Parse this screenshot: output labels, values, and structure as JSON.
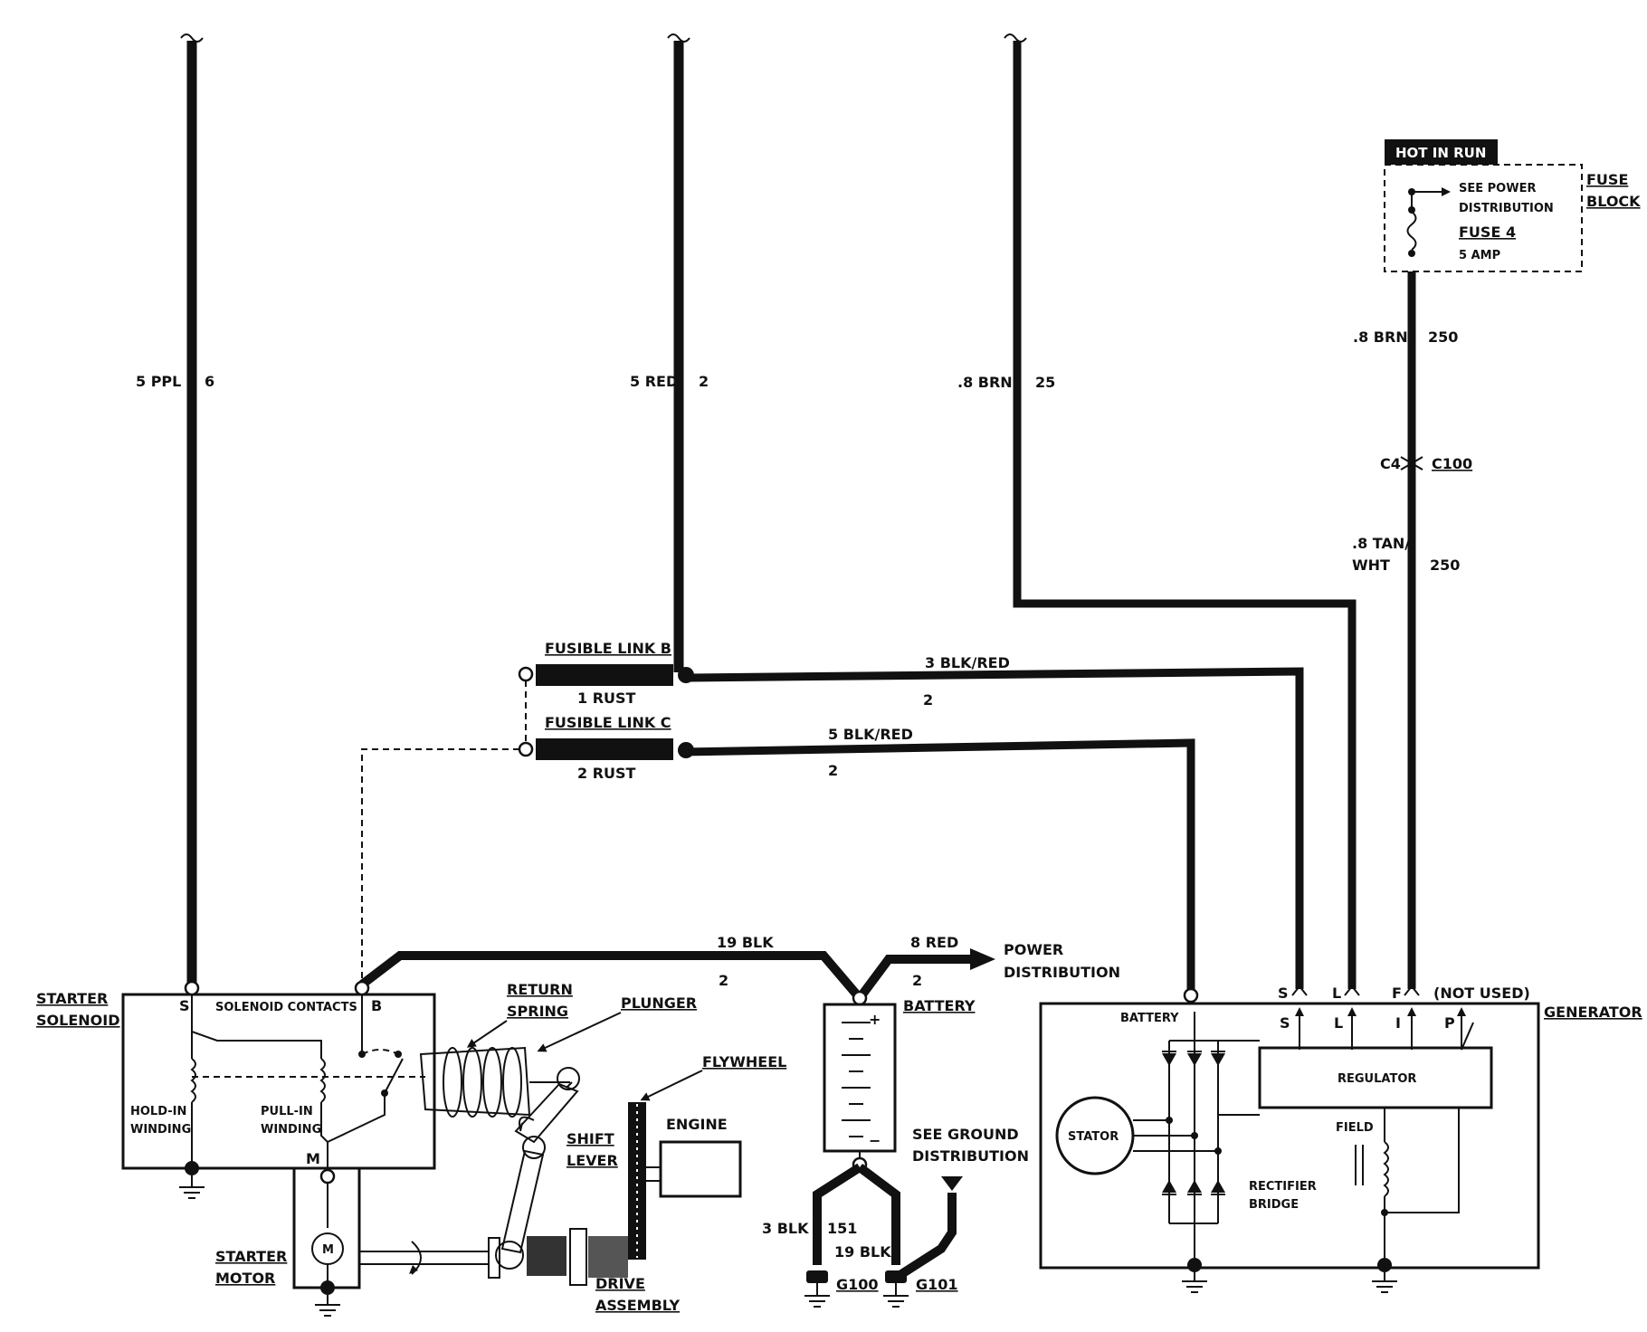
{
  "labels": {
    "wire_ppl": "5 PPL",
    "wire_ppl_ckt": "6",
    "wire_red": "5 RED",
    "wire_red_ckt": "2",
    "wire_brn": ".8 BRN",
    "wire_brn_ckt": "25",
    "wire_brn250": ".8 BRN",
    "wire_brn250_ckt": "250",
    "conn_c4": "C4",
    "conn_c100": "C100",
    "wire_tanwht_1": ".8 TAN/",
    "wire_tanwht_2": "WHT",
    "wire_tanwht_ckt": "250",
    "hot_in_run": "HOT IN RUN",
    "see_power_1": "SEE POWER",
    "see_power_2": "DISTRIBUTION",
    "fuse4": "FUSE 4",
    "fuse4_amp": "5 AMP",
    "fuse_block_1": "FUSE",
    "fuse_block_2": "BLOCK",
    "fusible_b": "FUSIBLE LINK B",
    "fusible_b_rust": "1 RUST",
    "fusible_c": "FUSIBLE LINK C",
    "fusible_c_rust": "2 RUST",
    "wire_3blkred": "3 BLK/RED",
    "wire_3blkred_ckt": "2",
    "wire_5blkred": "5 BLK/RED",
    "wire_5blkred_ckt": "2",
    "wire_19blk": "19 BLK",
    "wire_19blk_ckt": "2",
    "wire_8red": "8 RED",
    "wire_8red_ckt": "2",
    "power_dist_1": "POWER",
    "power_dist_2": "DISTRIBUTION",
    "starter_solenoid_1": "STARTER",
    "starter_solenoid_2": "SOLENOID",
    "sol_s": "S",
    "solenoid_contacts": "SOLENOID CONTACTS",
    "sol_b": "B",
    "hold_in_1": "HOLD-IN",
    "hold_in_2": "WINDING",
    "pull_in_1": "PULL-IN",
    "pull_in_2": "WINDING",
    "sol_m": "M",
    "return_spring_1": "RETURN",
    "return_spring_2": "SPRING",
    "plunger": "PLUNGER",
    "flywheel": "FLYWHEEL",
    "engine": "ENGINE",
    "shift_lever_1": "SHIFT",
    "shift_lever_2": "LEVER",
    "starter_motor_1": "STARTER",
    "starter_motor_2": "MOTOR",
    "motor_m": "M",
    "drive_assembly_1": "DRIVE",
    "drive_assembly_2": "ASSEMBLY",
    "battery": "BATTERY",
    "batt_plus": "+",
    "batt_minus": "−",
    "see_ground_1": "SEE GROUND",
    "see_ground_2": "DISTRIBUTION",
    "wire_3blk": "3 BLK",
    "wire_3blk_ckt": "151",
    "wire_19blk_g": "19 BLK",
    "g100": "G100",
    "g101": "G101",
    "gen_s": "S",
    "gen_l": "L",
    "gen_f": "F",
    "not_used": "(NOT USED)",
    "generator": "GENERATOR",
    "gen_battery": "BATTERY",
    "gen_term_s": "S",
    "gen_term_l": "L",
    "gen_term_i": "I",
    "gen_term_p": "P",
    "regulator": "REGULATOR",
    "stator": "STATOR",
    "field": "FIELD",
    "rectifier_1": "RECTIFIER",
    "rectifier_2": "BRIDGE"
  },
  "colors": {
    "ink": "#111111",
    "paper": "#ffffff"
  }
}
